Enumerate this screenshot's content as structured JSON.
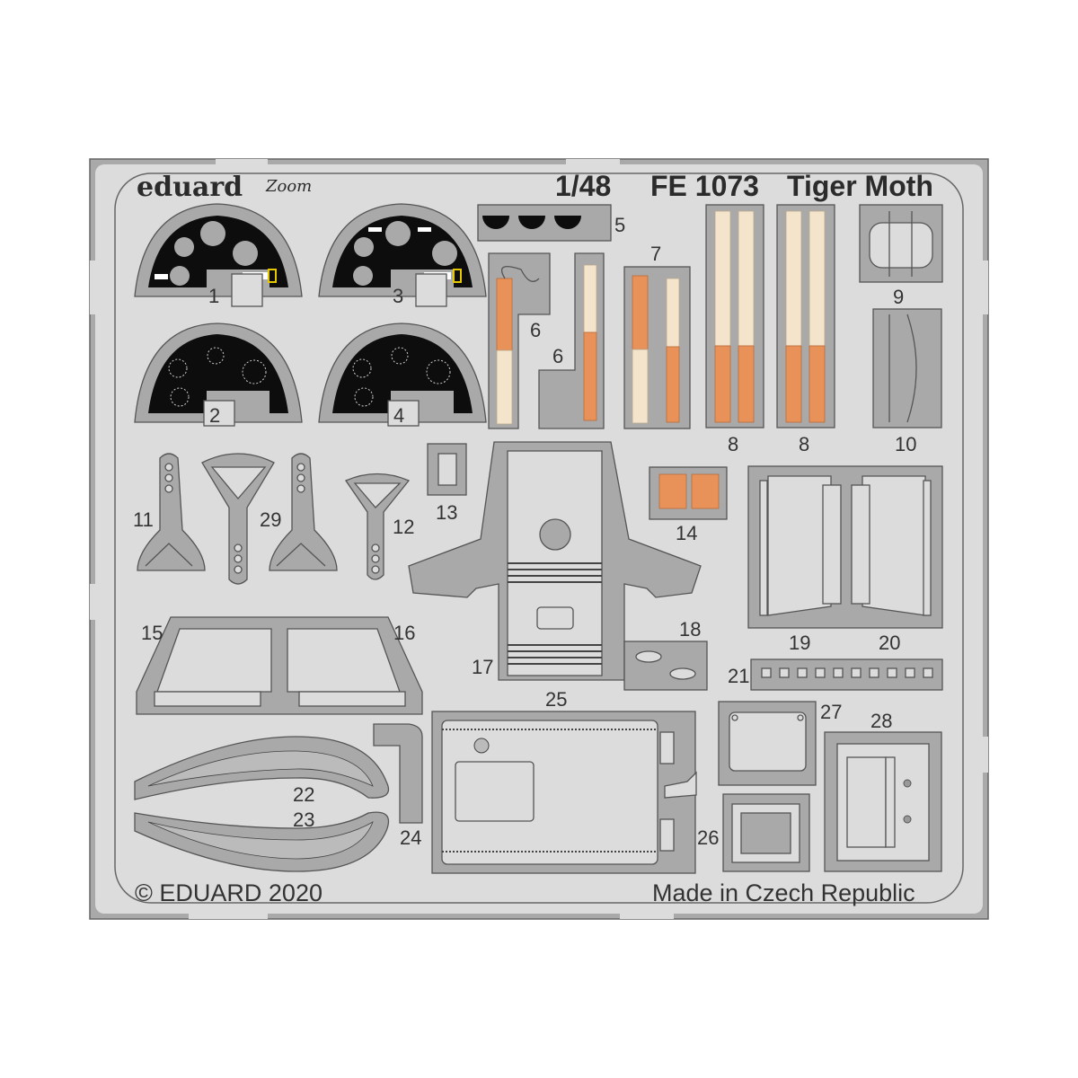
{
  "header": {
    "brand": "eduard",
    "sub_brand": "Zoom",
    "scale": "1/48",
    "product_code": "FE 1073",
    "product_name": "Tiger Moth"
  },
  "footer": {
    "copyright": "© EDUARD 2020",
    "origin": "Made in Czech Republic"
  },
  "parts": {
    "p1": "1",
    "p2": "2",
    "p3": "3",
    "p4": "4",
    "p5": "5",
    "p6a": "6",
    "p6b": "6",
    "p7": "7",
    "p8a": "8",
    "p8b": "8",
    "p9": "9",
    "p10": "10",
    "p11": "11",
    "p12": "12",
    "p13": "13",
    "p14": "14",
    "p15": "15",
    "p16": "16",
    "p17": "17",
    "p18": "18",
    "p19": "19",
    "p20": "20",
    "p21": "21",
    "p22": "22",
    "p23": "23",
    "p24": "24",
    "p25": "25",
    "p26": "26",
    "p27": "27",
    "p28": "28",
    "p29": "29"
  },
  "colors": {
    "sheet": "#dcdcdc",
    "frame": "#a9a9a9",
    "panel_black": "#0d0d0d",
    "belt_cream": "#f4e4cc",
    "belt_orange": "#e8925a",
    "text": "#2b2b2b"
  }
}
